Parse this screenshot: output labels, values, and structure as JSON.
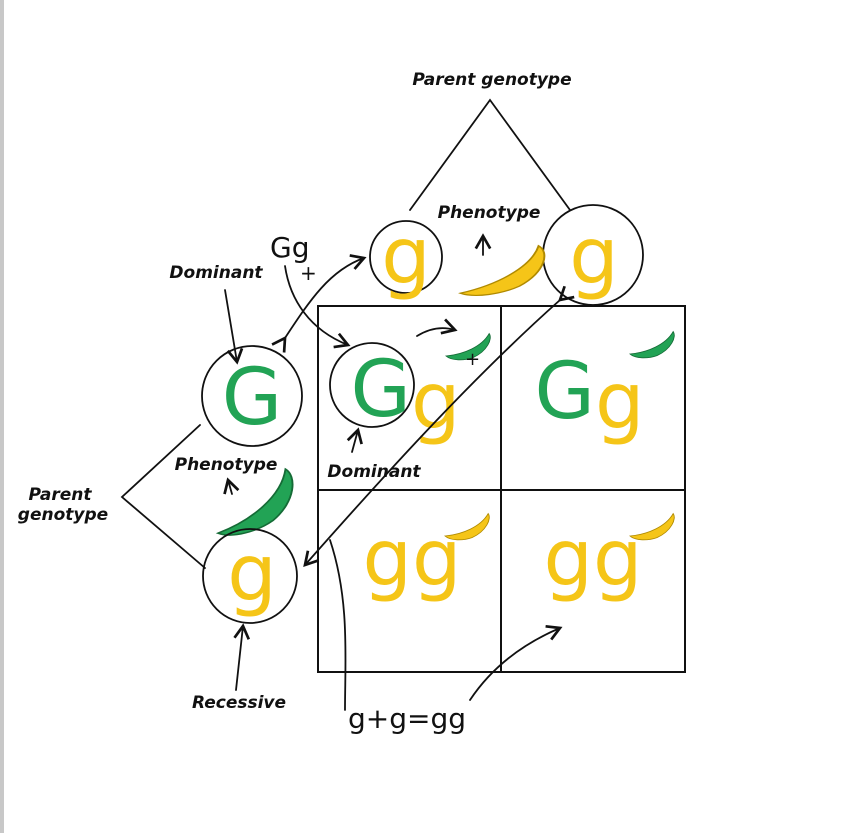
{
  "colors": {
    "dominant": "#22a355",
    "recessive": "#f5c518",
    "line": "#111111"
  },
  "labels": {
    "parent_genotype_top": "Parent genotype",
    "parent_genotype_left_1": "Parent",
    "parent_genotype_left_2": "genotype",
    "phenotype_top": "Phenotype",
    "phenotype_left": "Phenotype",
    "dominant_left": "Dominant",
    "dominant_cell": "Dominant",
    "recessive": "Recessive"
  },
  "annotations": {
    "gg_note": "Gg",
    "plus": "+",
    "equation": "g+g=gg"
  },
  "parents": {
    "top": [
      {
        "allele": "g",
        "type": "recessive"
      },
      {
        "allele": "g",
        "type": "recessive"
      }
    ],
    "left": [
      {
        "allele": "G",
        "type": "dominant"
      },
      {
        "allele": "g",
        "type": "recessive"
      }
    ]
  },
  "cells": [
    {
      "a": "G",
      "b": "g",
      "phenotype": "green-pod"
    },
    {
      "a": "G",
      "b": "g",
      "phenotype": "green-pod"
    },
    {
      "a": "g",
      "b": "g",
      "phenotype": "yellow-pod"
    },
    {
      "a": "g",
      "b": "g",
      "phenotype": "yellow-pod"
    }
  ]
}
